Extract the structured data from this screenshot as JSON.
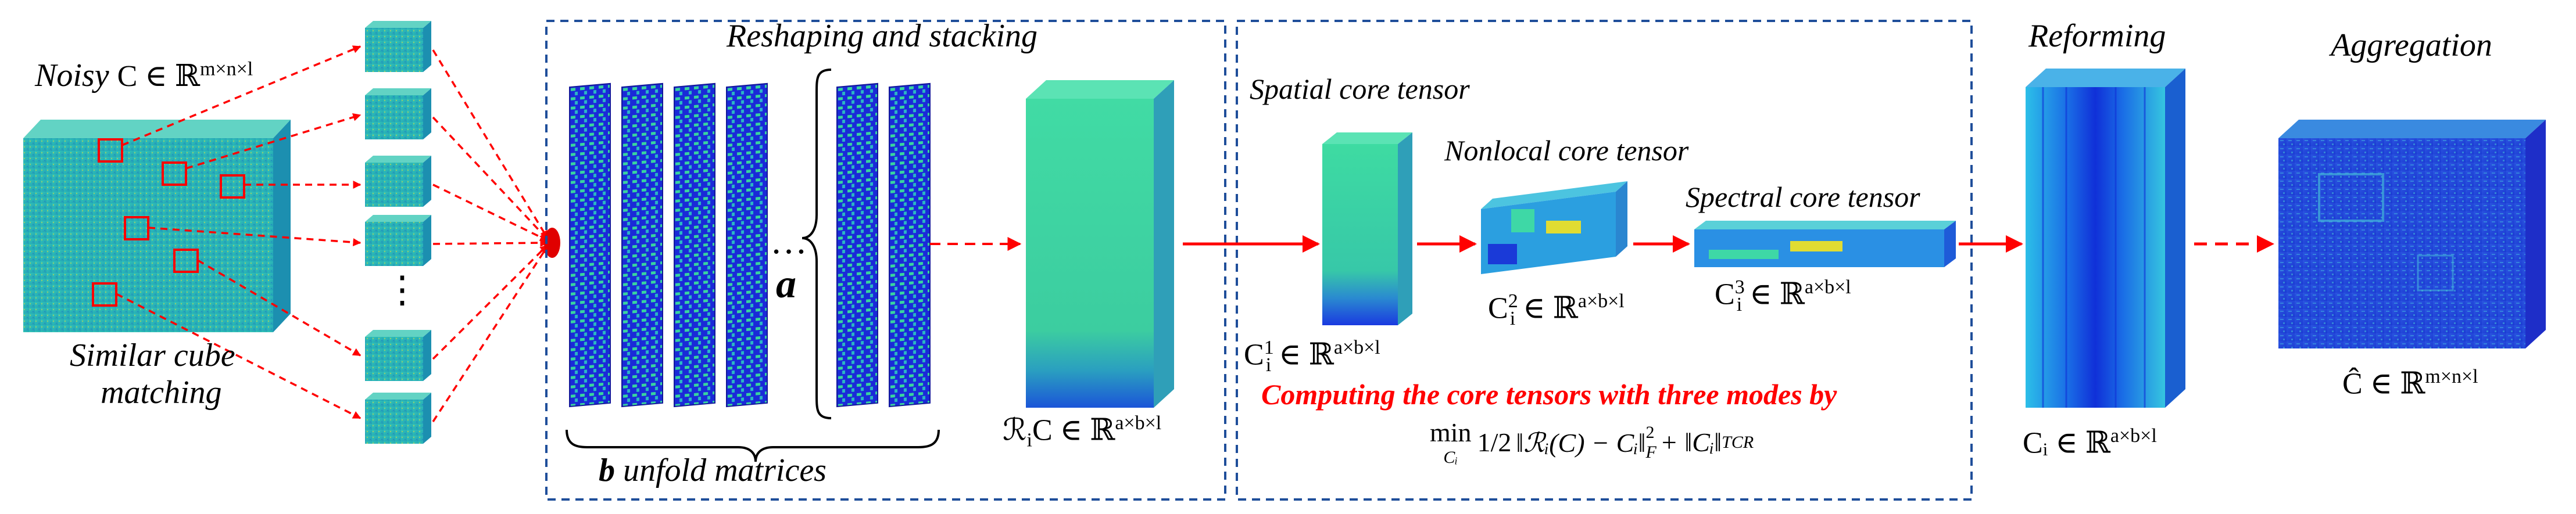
{
  "input_section": {
    "noisy_label": "Noisy",
    "noisy_math": "C ∈ ℝ",
    "noisy_dims": "m×n×l",
    "matching_label_1": "Similar cube",
    "matching_label_2": "matching",
    "vertical_dots": "⋮"
  },
  "stacking_section": {
    "title": "Reshaping and stacking",
    "ellipsis": "…",
    "a_label": "a",
    "b_label": "b",
    "unfold_label": " unfold matrices",
    "stacked_math": "ℛ",
    "stacked_sub": "i",
    "stacked_rest": "C ∈ ℝ",
    "stacked_dims": "a×b×l"
  },
  "core_section": {
    "spatial_title": "Spatial core tensor",
    "nonlocal_title": "Nonlocal core tensor",
    "spectral_title": "Spectral core tensor",
    "c1_base": "C",
    "c1_sup": "1",
    "c1_sub": "i",
    "c1_rest": " ∈ ℝ",
    "c1_dims": "a×b×l",
    "c2_sup": "2",
    "c3_sup": "3",
    "compute_text": "Computing the core tensors with three modes by",
    "objective_min": "min",
    "objective_sub": "Cᵢ",
    "objective_half": "1/2",
    "objective_body": "‖ℛᵢ(C) − Cᵢ‖",
    "objective_norm_sub": "F",
    "objective_norm_sup": "2",
    "objective_plus": " + ‖Cᵢ‖",
    "objective_tcr": "TCR"
  },
  "reform_section": {
    "title": "Reforming",
    "ci_math": "Cᵢ ∈ ℝ",
    "ci_dims": "a×b×l"
  },
  "aggregation_section": {
    "title": "Aggregation",
    "chat_math": "Ĉ ∈ ℝ",
    "chat_dims": "m×n×l"
  },
  "colors": {
    "arrow_red": "#ff0000",
    "box_border": "#1f4e9a",
    "deep_blue": "#1a1ad8",
    "mid_blue": "#2a6fe0",
    "teal": "#2bc0b4",
    "mint": "#3fd9a0",
    "yellow": "#e8e020"
  }
}
